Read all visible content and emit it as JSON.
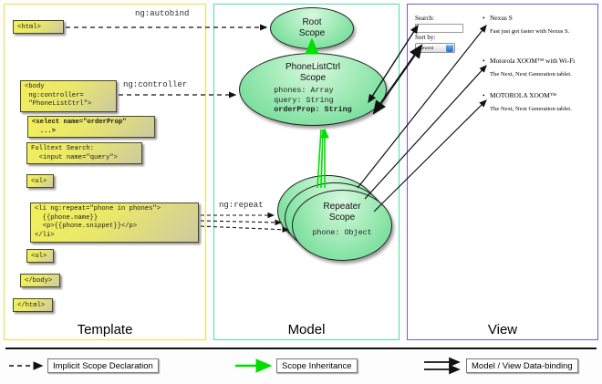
{
  "panels": {
    "template": {
      "title": "Template",
      "border_color": "#e8e23c",
      "boxes": [
        {
          "name": "html-open",
          "text": "<html>"
        },
        {
          "name": "body-open",
          "text": "<body\n ng:controller=\n \"PhoneListCtrl\">"
        },
        {
          "name": "select-orderprop",
          "text": "<select name=\"orderProp\"\n  ...>"
        },
        {
          "name": "fulltext-search",
          "text": "Fulltext Search:\n  <input name=\"query\">"
        },
        {
          "name": "ul-open",
          "text": "<ul>"
        },
        {
          "name": "li-ngrepeat",
          "text": "<li ng:repeat=\"phone in phones\">\n  {{phone.name}}\n  <p>{{phone.snippet}}</p>\n</li>"
        },
        {
          "name": "ul-close",
          "text": "<ul>"
        },
        {
          "name": "body-close",
          "text": "</body>"
        },
        {
          "name": "html-close",
          "text": "</html>"
        }
      ]
    },
    "model": {
      "title": "Model",
      "border_color": "#4fe0a8",
      "scopes": [
        {
          "name": "root-scope",
          "title_lines": [
            "Root",
            "Scope"
          ],
          "properties": []
        },
        {
          "name": "phonelistctrl-scope",
          "title_lines": [
            "PhoneListCtrl",
            "Scope"
          ],
          "properties": [
            {
              "text": "phones: Array",
              "bold": false
            },
            {
              "text": "query: String",
              "bold": false
            },
            {
              "text": "orderProp: String",
              "bold": true
            }
          ]
        },
        {
          "name": "repeater-scope",
          "title_lines": [
            "Repeater",
            "Scope"
          ],
          "properties": [
            {
              "text": "phone: Object",
              "bold": false
            }
          ]
        }
      ]
    },
    "view": {
      "title": "View",
      "border_color": "#6b5fd8",
      "search_label": "Search:",
      "search_value": "",
      "sort_label": "Sort by:",
      "sort_selected": "Newest",
      "sort_options": [
        "Newest"
      ],
      "phones": [
        {
          "name": "Nexus S",
          "snippet": "Fast just got faster with Nexus S."
        },
        {
          "name": "Motorola XOOM™ with Wi-Fi",
          "snippet": "The Next, Next Generation tablet."
        },
        {
          "name": "MOTOROLA XOOM™",
          "snippet": "The Next, Next Generation tablet."
        }
      ]
    }
  },
  "edges": [
    {
      "name": "ng-autobind",
      "label": "ng:autobind"
    },
    {
      "name": "ng-controller",
      "label": "ng:controller"
    },
    {
      "name": "ng-repeat",
      "label": "ng:repeat"
    }
  ],
  "legend": {
    "items": [
      {
        "name": "implicit-scope-declaration",
        "label": "Implicit Scope Declaration",
        "style": "dashed-arrow",
        "color": "#111111"
      },
      {
        "name": "scope-inheritance",
        "label": "Scope Inheritance",
        "style": "green-arrow",
        "color": "#00e000"
      },
      {
        "name": "model-view-data-binding",
        "label": "Model / View Data-binding",
        "style": "double-arrow",
        "color": "#111111"
      }
    ]
  }
}
